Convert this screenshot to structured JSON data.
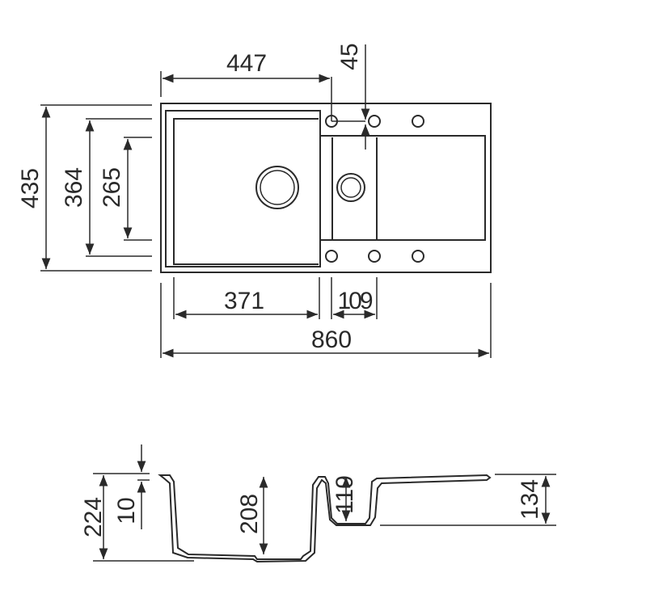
{
  "top_view": {
    "dimensions": {
      "overall_width": "860",
      "overall_depth": "435",
      "main_bowl_offset": "447",
      "tap_hole_offset": "45",
      "main_bowl_depth": "364",
      "small_bowl_depth": "265",
      "main_bowl_width": "371",
      "small_bowl_width": "109"
    }
  },
  "side_view": {
    "dimensions": {
      "total_height": "224",
      "rim_thickness": "10",
      "main_bowl_height": "208",
      "small_bowl_height": "119",
      "drainer_height": "134"
    }
  },
  "colors": {
    "line": "#2a2a2a",
    "background": "#ffffff"
  }
}
